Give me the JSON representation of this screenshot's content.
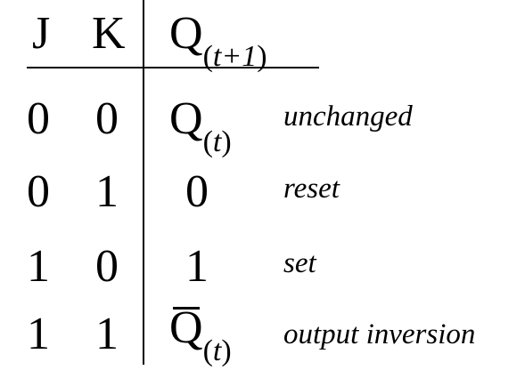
{
  "headers": {
    "j": "J",
    "k": "K",
    "q_main": "Q",
    "q_sub_open": "(",
    "q_sub": "t+1",
    "q_sub_close": ")"
  },
  "rows": [
    {
      "j": "0",
      "k": "0",
      "q_main": "Q",
      "q_sub_open": "(",
      "q_sub": "t",
      "q_sub_close": ")",
      "note": "unchanged"
    },
    {
      "j": "0",
      "k": "1",
      "q_main": "0",
      "note": "reset"
    },
    {
      "j": "1",
      "k": "0",
      "q_main": "1",
      "note": "set"
    },
    {
      "j": "1",
      "k": "1",
      "q_main": "Q",
      "q_sub_open": "(",
      "q_sub": "t",
      "q_sub_close": ")",
      "note": "output inversion"
    }
  ]
}
